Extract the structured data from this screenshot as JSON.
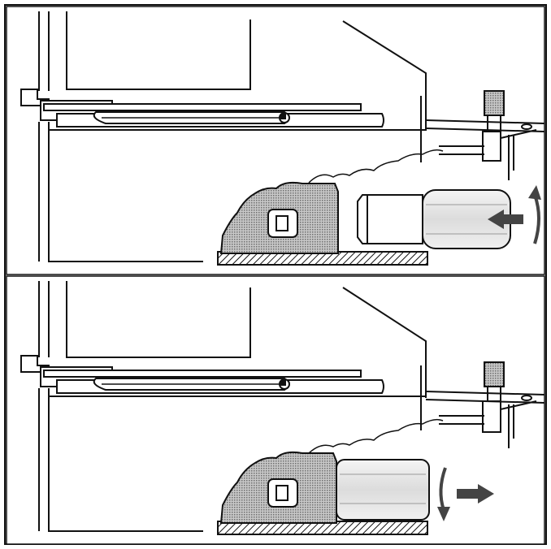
{
  "figure": {
    "panels": [
      {
        "id": "top",
        "step": "insert",
        "arrow_direction": "left",
        "rotation": "counter-clockwise"
      },
      {
        "id": "bottom",
        "step": "remove",
        "arrow_direction": "right",
        "rotation": "clockwise"
      }
    ],
    "colors": {
      "line": "#111111",
      "paper": "#ffffff",
      "hatch_fill": "#9a9a9a",
      "arrow_fill": "#555555",
      "bulb_shade": "#d9d9d9"
    },
    "icons": [
      "bulb-icon",
      "socket-icon",
      "thumbscrew-icon",
      "direction-arrow-icon",
      "rotation-arrow-icon"
    ]
  }
}
